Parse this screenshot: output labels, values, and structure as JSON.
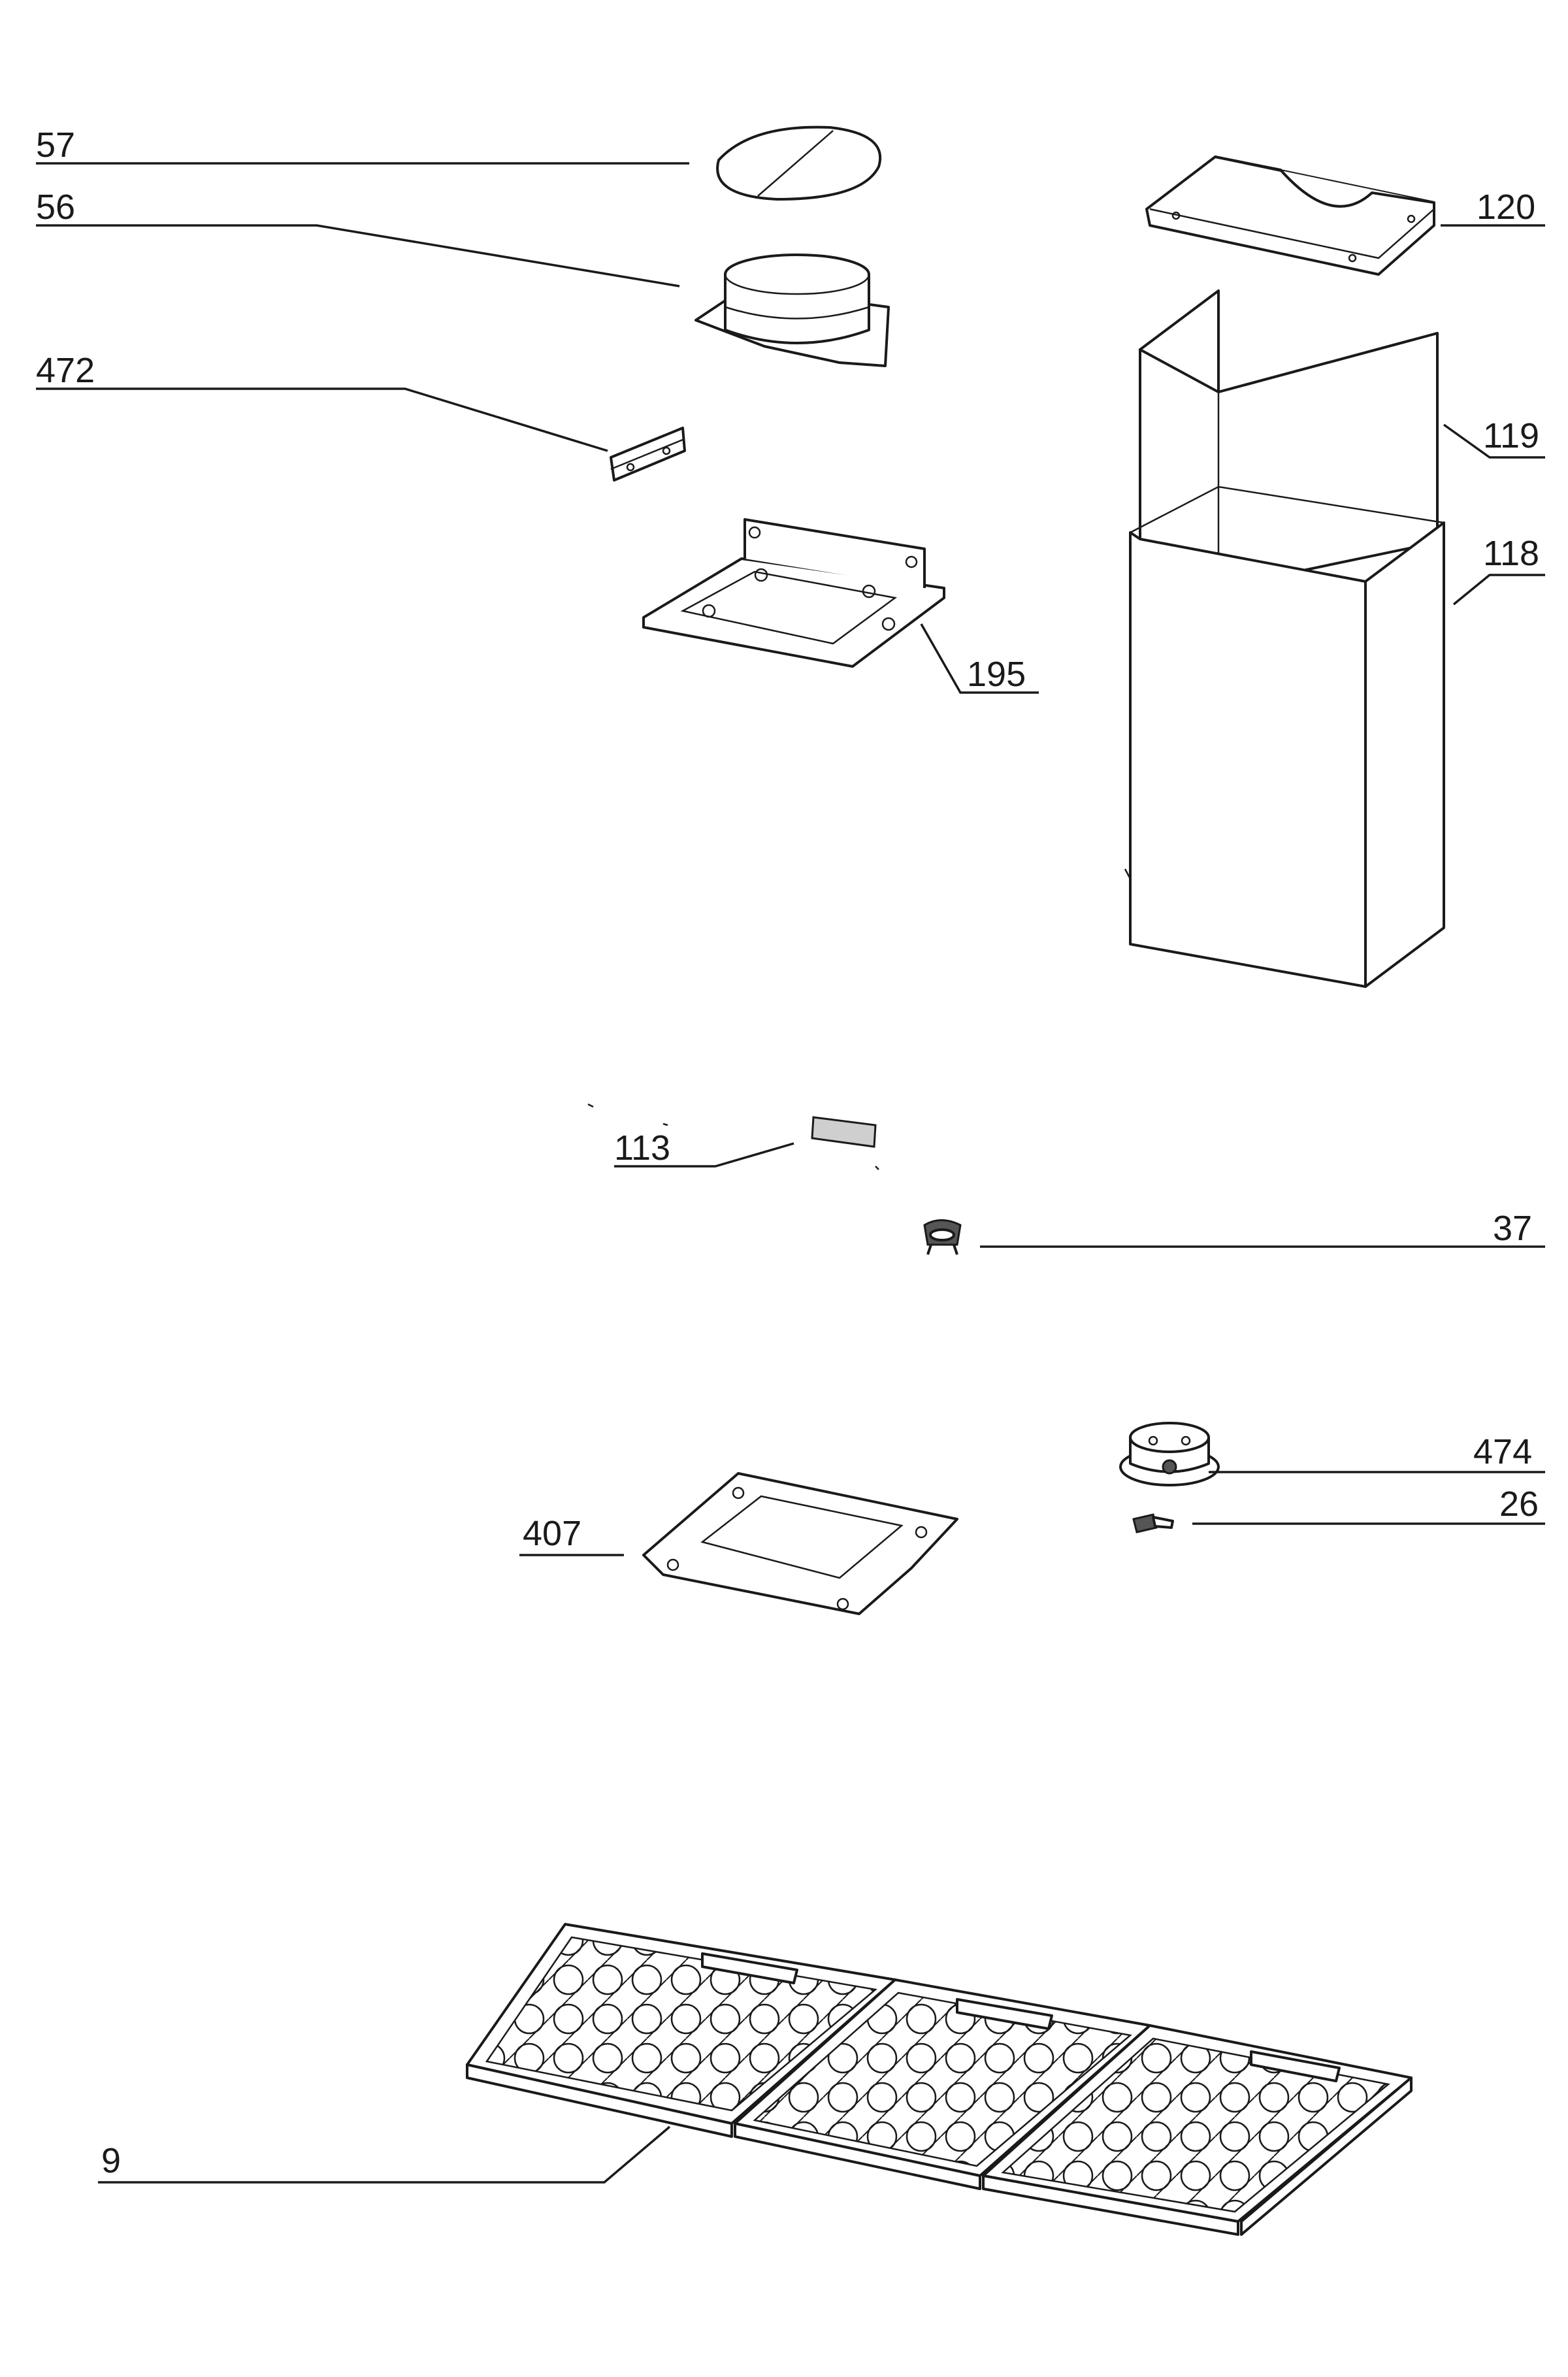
{
  "diagram": {
    "labels": {
      "p57": "57",
      "p56": "56",
      "p472": "472",
      "p195": "195",
      "p120": "120",
      "p119": "119",
      "p118": "118",
      "p113": "113",
      "p37": "37",
      "p474": "474",
      "p26": "26",
      "p407": "407",
      "p9": "9"
    }
  }
}
